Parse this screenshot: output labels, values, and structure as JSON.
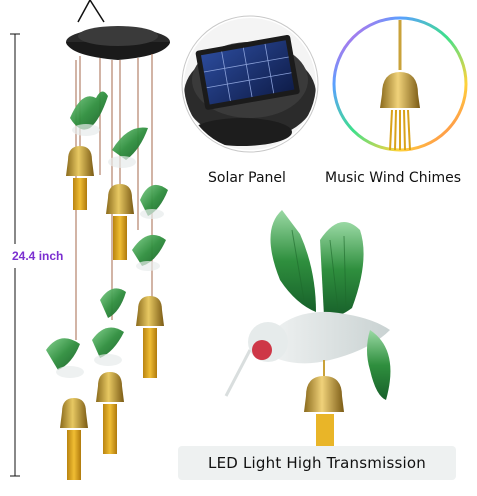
{
  "measure": {
    "text": "24.4 inch",
    "color": "#7b2fd0"
  },
  "labels": {
    "solar_panel": "Solar Panel",
    "music_chimes": "Music Wind Chimes"
  },
  "banner": {
    "text": "LED Light High Transmission"
  },
  "colors": {
    "bird_green": "#2f8f3e",
    "bell_gold": "#c9a23a",
    "tassel": "#d9a21b",
    "panel_blue": "#1c2f6b"
  }
}
